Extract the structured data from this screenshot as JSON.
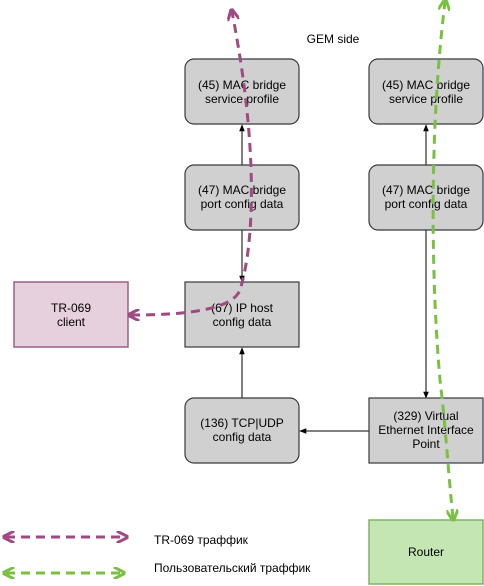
{
  "title": "GEM side",
  "nodes": {
    "mac_bridge_service_profile_left": {
      "lines": [
        "(45) MAC bridge",
        "service profile"
      ]
    },
    "mac_bridge_port_config_left": {
      "lines": [
        "(47) MAC bridge",
        "port config data"
      ]
    },
    "ip_host_config": {
      "lines": [
        "(67) IP host",
        "config data"
      ]
    },
    "tcp_udp_config": {
      "lines": [
        "(136) TCP|UDP",
        "config data"
      ]
    },
    "mac_bridge_service_profile_right": {
      "lines": [
        "(45) MAC bridge",
        "service profile"
      ]
    },
    "mac_bridge_port_config_right": {
      "lines": [
        "(47) MAC bridge",
        "port config data"
      ]
    },
    "virtual_ethernet_interface_point": {
      "lines": [
        "(329) Virtual",
        "Ethernet Interface",
        "Point"
      ]
    },
    "tr069_client": {
      "lines": [
        "TR-069",
        "client"
      ]
    },
    "router": {
      "lines": [
        "Router"
      ]
    }
  },
  "legend": {
    "tr069_traffic": "TR-069 траффик",
    "user_traffic": "Пользовательский траффик"
  },
  "colors": {
    "node_fill": "#d0d0d0",
    "node_stroke": "#36393d",
    "tr069_fill": "#e6d0de",
    "tr069_stroke": "#996185",
    "router_fill": "#c4e6b3",
    "router_stroke": "#82b366",
    "tr069_traffic_line": "#a04a84",
    "user_traffic_line": "#7ac143"
  }
}
